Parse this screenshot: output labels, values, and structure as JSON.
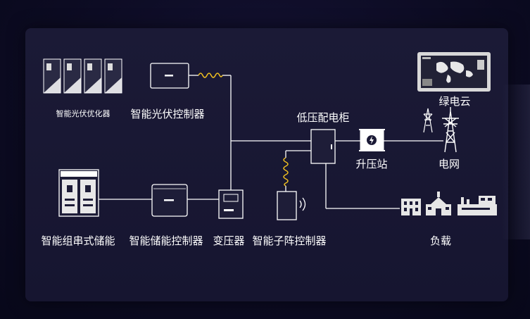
{
  "labels": {
    "pv_optimizer": "智能光伏优化器",
    "pv_controller": "智能光伏控制器",
    "lv_cabinet": "低压配电柜",
    "step_up_station": "升压站",
    "green_cloud": "绿电云",
    "grid": "电网",
    "string_storage": "智能组串式储能",
    "storage_controller": "智能储能控制器",
    "transformer": "变压器",
    "subarray_controller": "智能子阵控制器",
    "load": "负载"
  },
  "colors": {
    "line": "#ffffff",
    "coil": "#f0c020",
    "panel_bg": "#1b1a36"
  }
}
